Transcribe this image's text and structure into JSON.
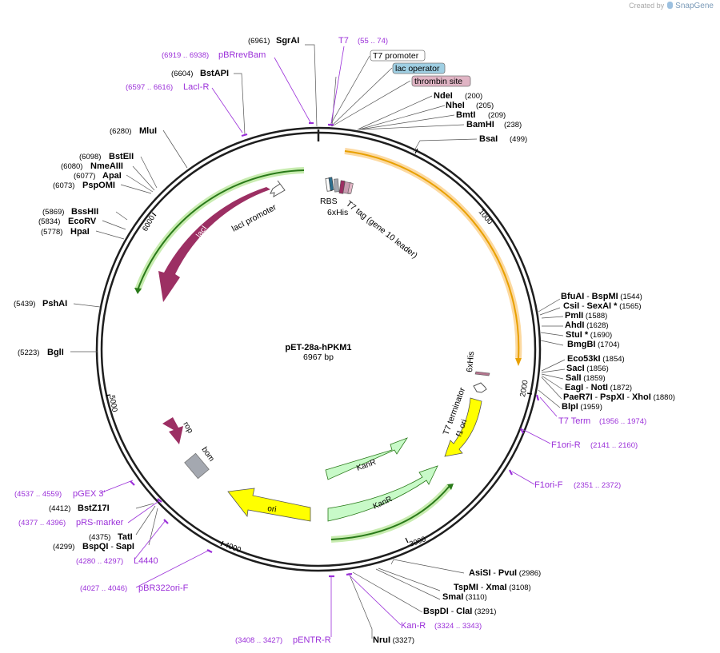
{
  "credit": {
    "prefix": "Created by",
    "brand": "SnapGene"
  },
  "plasmid": {
    "name": "pET-28a-hPKM1",
    "length_label": "6967 bp"
  },
  "ticks": [
    "1000",
    "2000",
    "3000",
    "4000",
    "5000",
    "6000"
  ],
  "features": {
    "rbs": "RBS",
    "his_top": "6xHis",
    "t7tag": "T7 tag (gene 10 leader)",
    "lacI_promoter": "lacI promoter",
    "lacI": "lacI",
    "rop": "rop",
    "bom": "bom",
    "ori": "ori",
    "kanR_1": "KanR",
    "kanR_2": "KanR",
    "f1ori": "f1 ori",
    "t7term": "T7 terminator",
    "his_right": "6xHis"
  },
  "boxed_labels": [
    {
      "text": "T7 promoter",
      "fill": "#ffffff"
    },
    {
      "text": "lac operator",
      "fill": "#9fcfe3"
    },
    {
      "text": "thrombin site",
      "fill": "#e0b4c4"
    }
  ],
  "top_primers": [
    {
      "name": "T7",
      "pos": "(55 .. 74)"
    },
    {
      "name": "pBRrevBam",
      "pos": "(6919 .. 6938)"
    },
    {
      "name": "LacI-R",
      "pos": "(6597 .. 6616)"
    }
  ],
  "right_primers": [
    {
      "name": "T7 Term",
      "pos": "(1956 .. 1974)"
    },
    {
      "name": "F1ori-R",
      "pos": "(2141 .. 2160)"
    },
    {
      "name": "F1ori-F",
      "pos": "(2351 .. 2372)"
    }
  ],
  "bottom_primers": [
    {
      "name": "Kan-R",
      "pos": "(3324 .. 3343)"
    },
    {
      "name": "pENTR-R",
      "pos": "(3408 .. 3427)"
    }
  ],
  "left_primers": [
    {
      "name": "pGEX 3'",
      "pos": "(4537 .. 4559)"
    },
    {
      "name": "pRS-marker",
      "pos": "(4377 .. 4396)"
    },
    {
      "name": "L4440",
      "pos": "(4280 .. 4297)"
    },
    {
      "name": "pBR322ori-F",
      "pos": "(4027 .. 4046)"
    }
  ],
  "sites_top_left": [
    {
      "name": "SgrAI",
      "pos": "(6961)"
    },
    {
      "name": "BstAPI",
      "pos": "(6604)"
    },
    {
      "name": "MluI",
      "pos": "(6280)"
    },
    {
      "name": "BstEII",
      "pos": "(6098)"
    },
    {
      "name": "NmeAIII",
      "pos": "(6080)"
    },
    {
      "name": "ApaI",
      "pos": "(6077)"
    },
    {
      "name": "PspOMI",
      "pos": "(6073)"
    },
    {
      "name": "BssHII",
      "pos": "(5869)"
    },
    {
      "name": "EcoRV",
      "pos": "(5834)"
    },
    {
      "name": "HpaI",
      "pos": "(5778)"
    },
    {
      "name": "PshAI",
      "pos": "(5439)"
    },
    {
      "name": "BglI",
      "pos": "(5223)"
    }
  ],
  "sites_top_right": [
    {
      "name": "NdeI",
      "pos": "(200)"
    },
    {
      "name": "NheI",
      "pos": "(205)"
    },
    {
      "name": "BmtI",
      "pos": "(209)"
    },
    {
      "name": "BamHI",
      "pos": "(238)"
    },
    {
      "name": "BsaI",
      "pos": "(499)"
    }
  ],
  "sites_right": [
    {
      "parts": [
        "BfuAI",
        "BspMI"
      ],
      "pos": "(1544)"
    },
    {
      "parts": [
        "CsiI",
        "SexAI *"
      ],
      "pos": "(1565)"
    },
    {
      "parts": [
        "PmlI"
      ],
      "pos": "(1588)"
    },
    {
      "parts": [
        "AhdI"
      ],
      "pos": "(1628)"
    },
    {
      "parts": [
        "StuI *"
      ],
      "pos": "(1690)"
    },
    {
      "parts": [
        "BmgBI"
      ],
      "pos": "(1704)"
    },
    {
      "parts": [
        "Eco53kI"
      ],
      "pos": "(1854)"
    },
    {
      "parts": [
        "SacI"
      ],
      "pos": "(1856)"
    },
    {
      "parts": [
        "SalI"
      ],
      "pos": "(1859)"
    },
    {
      "parts": [
        "EagI",
        "NotI"
      ],
      "pos": "(1872)"
    },
    {
      "parts": [
        "PaeR7I",
        "PspXI",
        "XhoI"
      ],
      "pos": "(1880)"
    },
    {
      "parts": [
        "BlpI"
      ],
      "pos": "(1959)"
    }
  ],
  "sites_bottom_right": [
    {
      "parts": [
        "AsiSI",
        "PvuI"
      ],
      "pos": "(2986)"
    },
    {
      "parts": [
        "TspMI",
        "XmaI"
      ],
      "pos": "(3108)"
    },
    {
      "parts": [
        "SmaI"
      ],
      "pos": "(3110)"
    },
    {
      "parts": [
        "BspDI",
        "ClaI"
      ],
      "pos": "(3291)"
    },
    {
      "parts": [
        "NruI"
      ],
      "pos": "(3327)"
    }
  ],
  "sites_bottom_left": [
    {
      "parts": [
        "BstZ17I"
      ],
      "pos": "(4412)"
    },
    {
      "parts": [
        "TatI"
      ],
      "pos": "(4375)"
    },
    {
      "parts": [
        "BspQI",
        "SapI"
      ],
      "pos": "(4299)"
    }
  ],
  "colors": {
    "backbone": "#1e1e1e",
    "lacI": "#9c2f63",
    "ori": "#ffff00",
    "kanR": "#c8fac8",
    "orf_orange": "#e8a000",
    "orf_orange_glow": "#fcd9a0",
    "orf_green": "#2a7a1a",
    "orf_green_glow": "#c8ecb0",
    "primer": "#9b30d9",
    "bom": "#a4a8b0"
  }
}
